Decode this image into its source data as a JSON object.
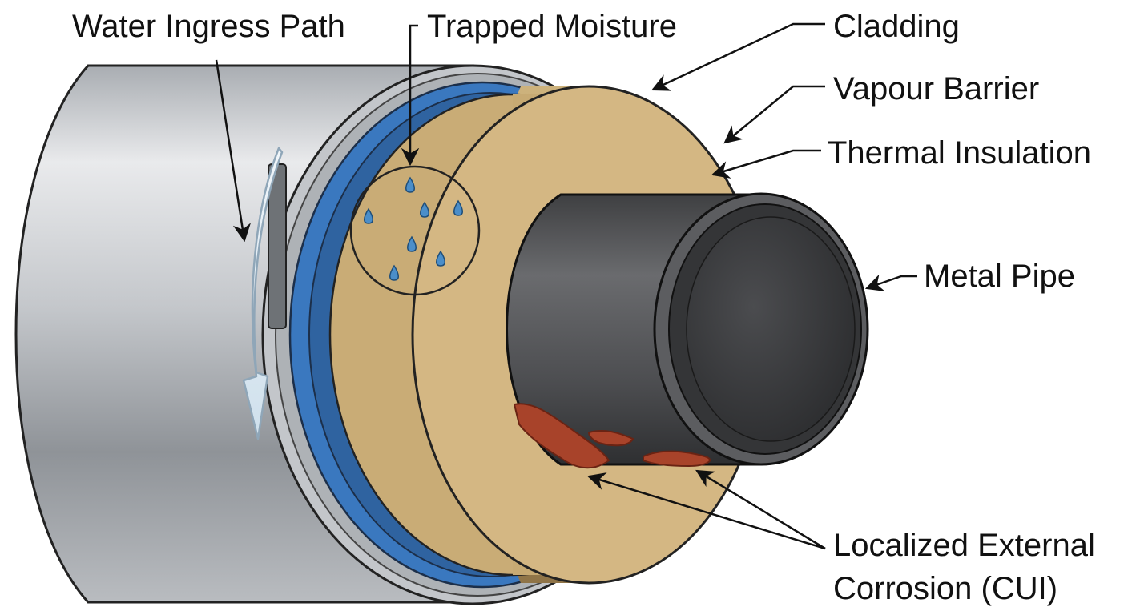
{
  "labels": {
    "water_ingress_path": "Water Ingress Path",
    "trapped_moisture": "Trapped Moisture",
    "cladding": "Cladding",
    "vapour_barrier": "Vapour Barrier",
    "thermal_insulation": "Thermal Insulation",
    "metal_pipe": "Metal Pipe",
    "corrosion_line1": "Localized External",
    "corrosion_line2": "Corrosion (CUI)"
  },
  "colors": {
    "cladding": "#c9ccd0",
    "vapour_barrier": "#3a78bf",
    "insulation": "#d4b783",
    "pipe": "#4a4b4d",
    "corrosion": "#a8432a",
    "water_arrow": "#dfeaf3",
    "droplet": "#4b8ec9"
  },
  "icons": {
    "droplet": "water-droplet-icon",
    "flow_arrow": "water-flow-arrow-icon"
  }
}
